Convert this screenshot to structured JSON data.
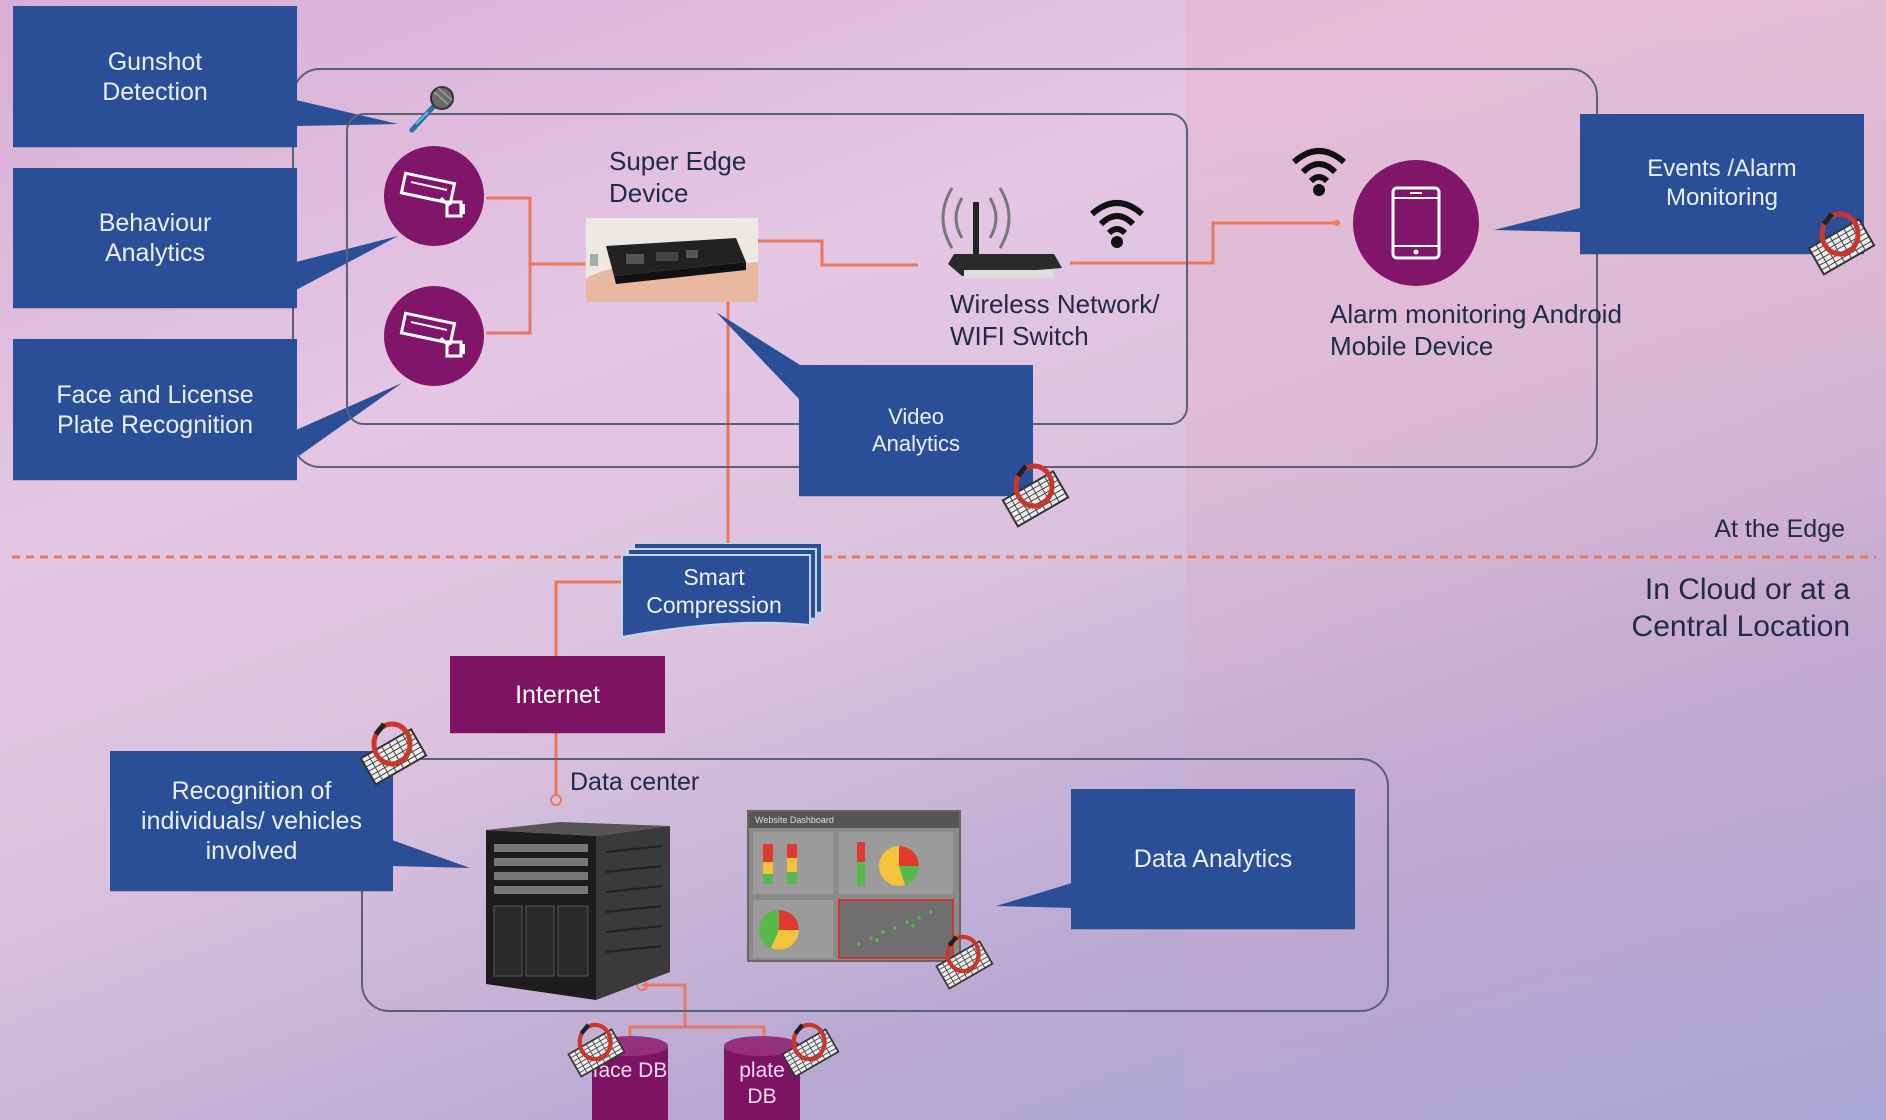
{
  "edge_labels": {
    "gunshot": "Gunshot Detection",
    "behaviour": "Behaviour Analytics",
    "face_plate": "Face and License Plate Recognition",
    "super_edge": "Super Edge Device",
    "wireless": "Wireless Network/ WIFI Switch",
    "alarm_device": "Alarm monitoring Android Mobile Device",
    "events": "Events /Alarm Monitoring",
    "video_analytics": "Video Analytics",
    "at_edge": "At the Edge"
  },
  "cloud_labels": {
    "cloud_location": "In Cloud or at a Central Location",
    "smart_compression": "Smart Compression",
    "internet": "Internet",
    "data_center": "Data center",
    "recognition": "Recognition of individuals/ vehicles involved",
    "data_analytics": "Data Analytics",
    "face_db": "face DB",
    "plate_db": "plate DB"
  },
  "dashboard_title": "Website Dashboard",
  "colors": {
    "callout_blue": "#2b4f97",
    "purple": "#7c1463",
    "connector": "#e9785f"
  },
  "icons": [
    "microphone-icon",
    "camera-icon",
    "mini-pc-icon",
    "router-icon",
    "wifi-icon",
    "mobile-phone-icon",
    "server-icon",
    "dashboard-icon",
    "database-icon",
    "logo-badge-icon"
  ]
}
